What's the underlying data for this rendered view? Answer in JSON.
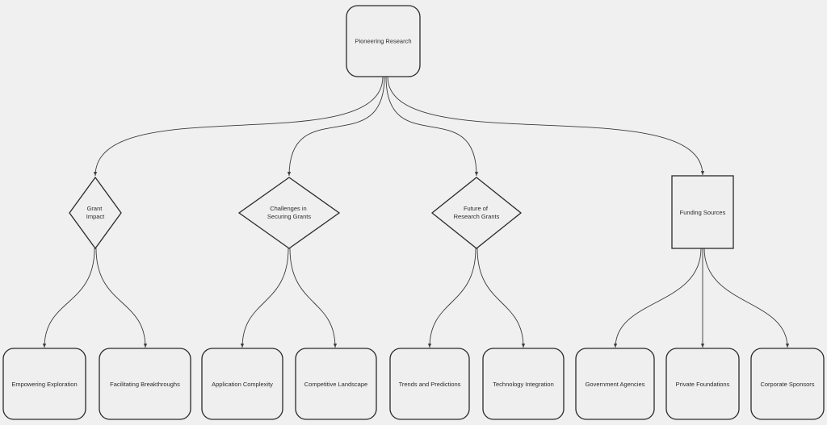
{
  "diagram": {
    "root": {
      "label": "Pioneering Research"
    },
    "branches": [
      {
        "id": "grant-impact",
        "lines": [
          "Grant",
          "Impact"
        ]
      },
      {
        "id": "challenges",
        "lines": [
          "Challenges in",
          "Securing Grants"
        ]
      },
      {
        "id": "future",
        "lines": [
          "Future of",
          "Research Grants"
        ]
      },
      {
        "id": "funding",
        "lines": [
          "Funding Sources"
        ]
      }
    ],
    "leaves": [
      {
        "id": "empowering-exploration",
        "label": "Empowering Exploration"
      },
      {
        "id": "facilitating-breakthroughs",
        "label": "Facilitating Breakthroughs"
      },
      {
        "id": "application-complexity",
        "label": "Application Complexity"
      },
      {
        "id": "competitive-landscape",
        "label": "Competitive Landscape"
      },
      {
        "id": "trends-predictions",
        "label": "Trends and Predictions"
      },
      {
        "id": "technology-integration",
        "label": "Technology Integration"
      },
      {
        "id": "government-agencies",
        "label": "Government Agencies"
      },
      {
        "id": "private-foundations",
        "label": "Private Foundations"
      },
      {
        "id": "corporate-sponsors",
        "label": "Corporate Sponsors"
      }
    ]
  },
  "colors": {
    "background": "#f0f0f0",
    "stroke": "#2a2a2a",
    "text": "#2b2b2b"
  }
}
